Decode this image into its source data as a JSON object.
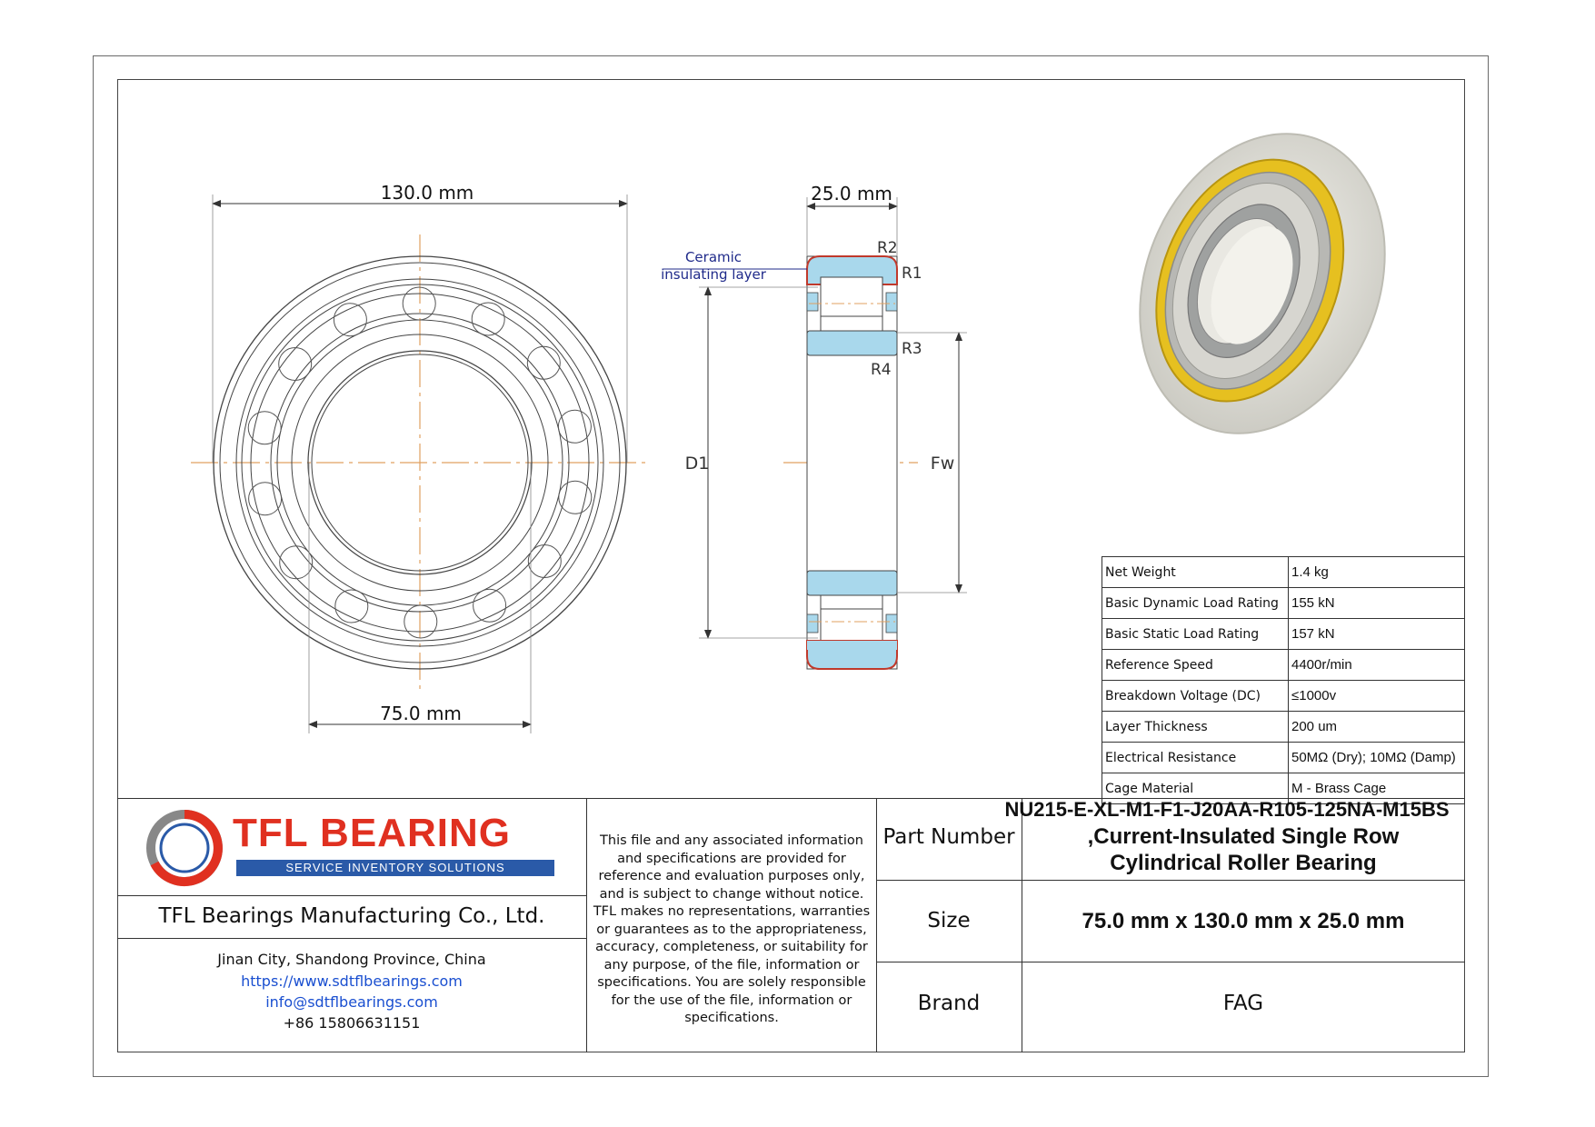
{
  "drawing": {
    "dims": {
      "outer_diameter": "130.0 mm",
      "bore": "75.0 mm",
      "width": "25.0 mm",
      "d1": "D1",
      "fw": "Fw"
    },
    "radii": {
      "r1": "R1",
      "r2": "R2",
      "r3": "R3",
      "r4": "R4"
    },
    "ceramic": {
      "line1": "Ceramic",
      "line2": "insulating layer"
    }
  },
  "specs": [
    {
      "label": "Net Weight",
      "value": "1.4 kg"
    },
    {
      "label": "Basic Dynamic Load Rating",
      "value": "155 kN"
    },
    {
      "label": "Basic Static Load Rating",
      "value": "157 kN"
    },
    {
      "label": "Reference Speed",
      "value": "4400r/min"
    },
    {
      "label": "Breakdown Voltage (DC)",
      "value": "≤1000v"
    },
    {
      "label": "Layer Thickness",
      "value": "200 um"
    },
    {
      "label": "Electrical Resistance",
      "value": "50MΩ (Dry); 10MΩ (Damp)"
    },
    {
      "label": "Cage Material",
      "value": "M - Brass Cage"
    }
  ],
  "logo": {
    "name": "TFL BEARING",
    "tagline": "SERVICE INVENTORY SOLUTIONS"
  },
  "company": {
    "name": "TFL Bearings Manufacturing Co., Ltd.",
    "location": "Jinan City, Shandong Province, China",
    "website": "https://www.sdtflbearings.com",
    "email": "info@sdtflbearings.com",
    "phone": "+86 15806631151"
  },
  "disclaimer": "This file and any associated information and specifications are provided for reference and evaluation purposes only, and is subject to change without notice. TFL makes no representations, warranties or guarantees as to the appropriateness, accuracy, completeness, or suitability for any purpose, of the file, information or specifications.  You are solely responsible for the use of the file, information or specifications.",
  "title_block": {
    "part_number_label": "Part Number",
    "part_number_line1": "NU215-E-XL-M1-F1-J20AA-R105-125NA-M15BS",
    "part_number_line2": ",Current-Insulated Single Row",
    "part_number_line3": "Cylindrical Roller Bearing",
    "size_label": "Size",
    "size_value": "75.0 mm x 130.0 mm x 25.0 mm",
    "brand_label": "Brand",
    "brand_value": "FAG"
  },
  "colors": {
    "centerline": "#e0a060",
    "insulation": "#c0392b",
    "section_fill": "#a9d8ec",
    "logo_red": "#e03020",
    "logo_blue": "#2a5aa8",
    "link_blue": "#1a4fd0",
    "cage_yellow": "#e6c020"
  }
}
